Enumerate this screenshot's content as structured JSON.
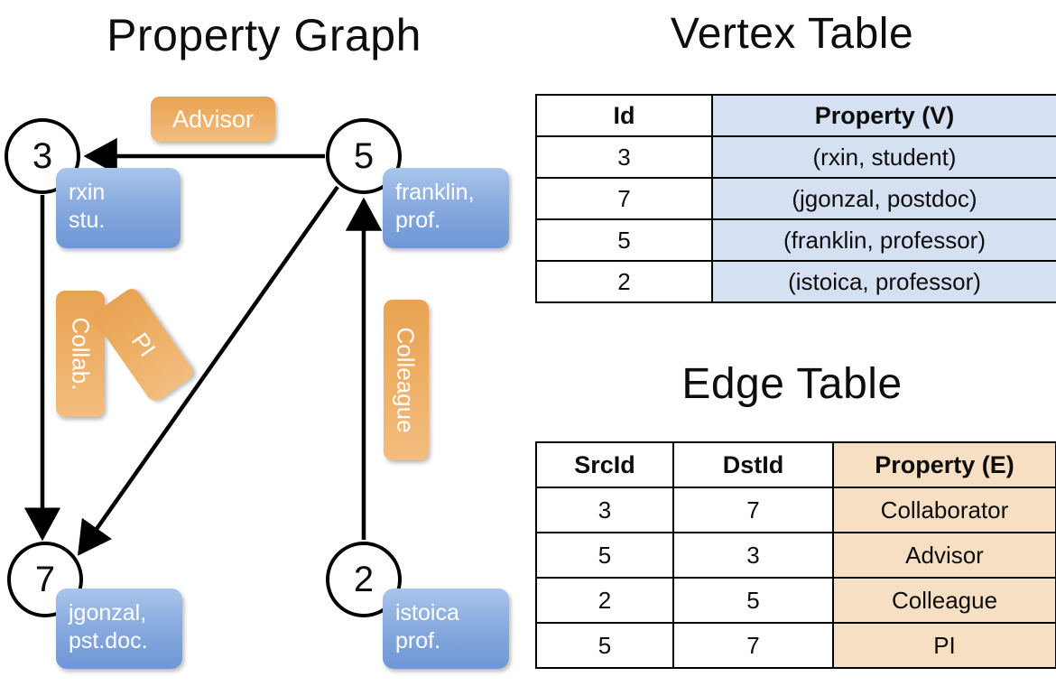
{
  "titles": {
    "property_graph": "Property Graph",
    "vertex_table": "Vertex Table",
    "edge_table": "Edge Table"
  },
  "graph": {
    "vertices": [
      {
        "id": "3",
        "property_label": "rxin\nstu."
      },
      {
        "id": "5",
        "property_label": "franklin,\nprof."
      },
      {
        "id": "7",
        "property_label": "jgonzal,\npst.doc."
      },
      {
        "id": "2",
        "property_label": "istoica\nprof."
      }
    ],
    "vertex_props": {
      "rxin_line1": "rxin",
      "rxin_line2": "stu.",
      "franklin_line1": "franklin,",
      "franklin_line2": "prof.",
      "jgonzal_line1": "jgonzal,",
      "jgonzal_line2": "pst.doc.",
      "istoica_line1": "istoica",
      "istoica_line2": "prof."
    },
    "edge_labels": {
      "advisor": "Advisor",
      "collab": "Collab.",
      "pi": "PI",
      "colleague": "Colleague"
    },
    "edges": [
      {
        "from": "5",
        "to": "3",
        "label": "Advisor"
      },
      {
        "from": "3",
        "to": "7",
        "label": "Collab."
      },
      {
        "from": "5",
        "to": "7",
        "label": "PI"
      },
      {
        "from": "2",
        "to": "5",
        "label": "Colleague"
      }
    ]
  },
  "vertex_table": {
    "headers": [
      "Id",
      "Property (V)"
    ],
    "rows": [
      [
        "3",
        "(rxin, student)"
      ],
      [
        "7",
        "(jgonzal, postdoc)"
      ],
      [
        "5",
        "(franklin, professor)"
      ],
      [
        "2",
        "(istoica, professor)"
      ]
    ]
  },
  "edge_table": {
    "headers": [
      "SrcId",
      "DstId",
      "Property (E)"
    ],
    "rows": [
      [
        "3",
        "7",
        "Collaborator"
      ],
      [
        "5",
        "3",
        "Advisor"
      ],
      [
        "2",
        "5",
        "Colleague"
      ],
      [
        "5",
        "7",
        "PI"
      ]
    ]
  },
  "colors": {
    "vertex_accent": "#d5e0f2",
    "edge_accent": "#f7dfc4",
    "node_fill_blue": "#89abdf",
    "node_fill_orange": "#eeae64",
    "stroke": "#000000",
    "background": "#ffffff"
  }
}
